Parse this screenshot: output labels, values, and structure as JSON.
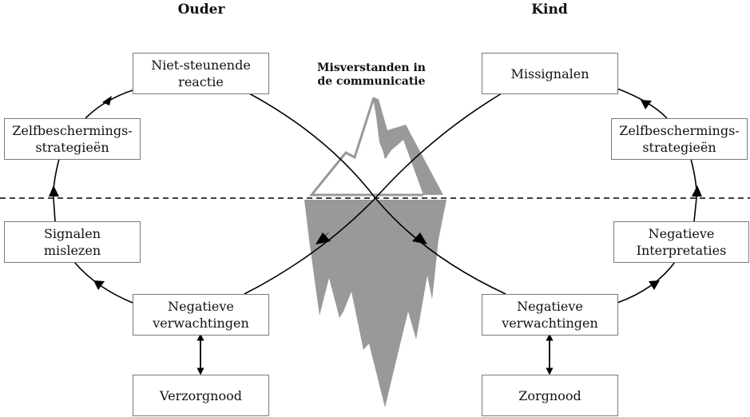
{
  "headers": {
    "parent": "Ouder",
    "child": "Kind"
  },
  "center": {
    "caption_line1": "Misverstanden in",
    "caption_line2": "de communicatie",
    "iceberg_color": "#999999",
    "waterline": "dashed"
  },
  "parent_cycle": {
    "non_supportive_reaction": [
      "Niet-steunende",
      "reactie"
    ],
    "self_protection": [
      "Zelfbeschermings-",
      "strategieën"
    ],
    "misreading_signals": [
      "Signalen",
      "mislezen"
    ],
    "negative_expectations": [
      "Negatieve",
      "verwachtingen"
    ],
    "need": "Verzorgnood"
  },
  "child_cycle": {
    "missignals": "Missignalen",
    "self_protection": [
      "Zelfbeschermings-",
      "strategieën"
    ],
    "negative_interpretations": [
      "Negatieve",
      "Interpretaties"
    ],
    "negative_expectations": [
      "Negatieve",
      "verwachtingen"
    ],
    "need": "Zorgnood"
  },
  "colors": {
    "box_border": "#7a7a7a",
    "line": "#000000",
    "iceberg": "#999999"
  }
}
